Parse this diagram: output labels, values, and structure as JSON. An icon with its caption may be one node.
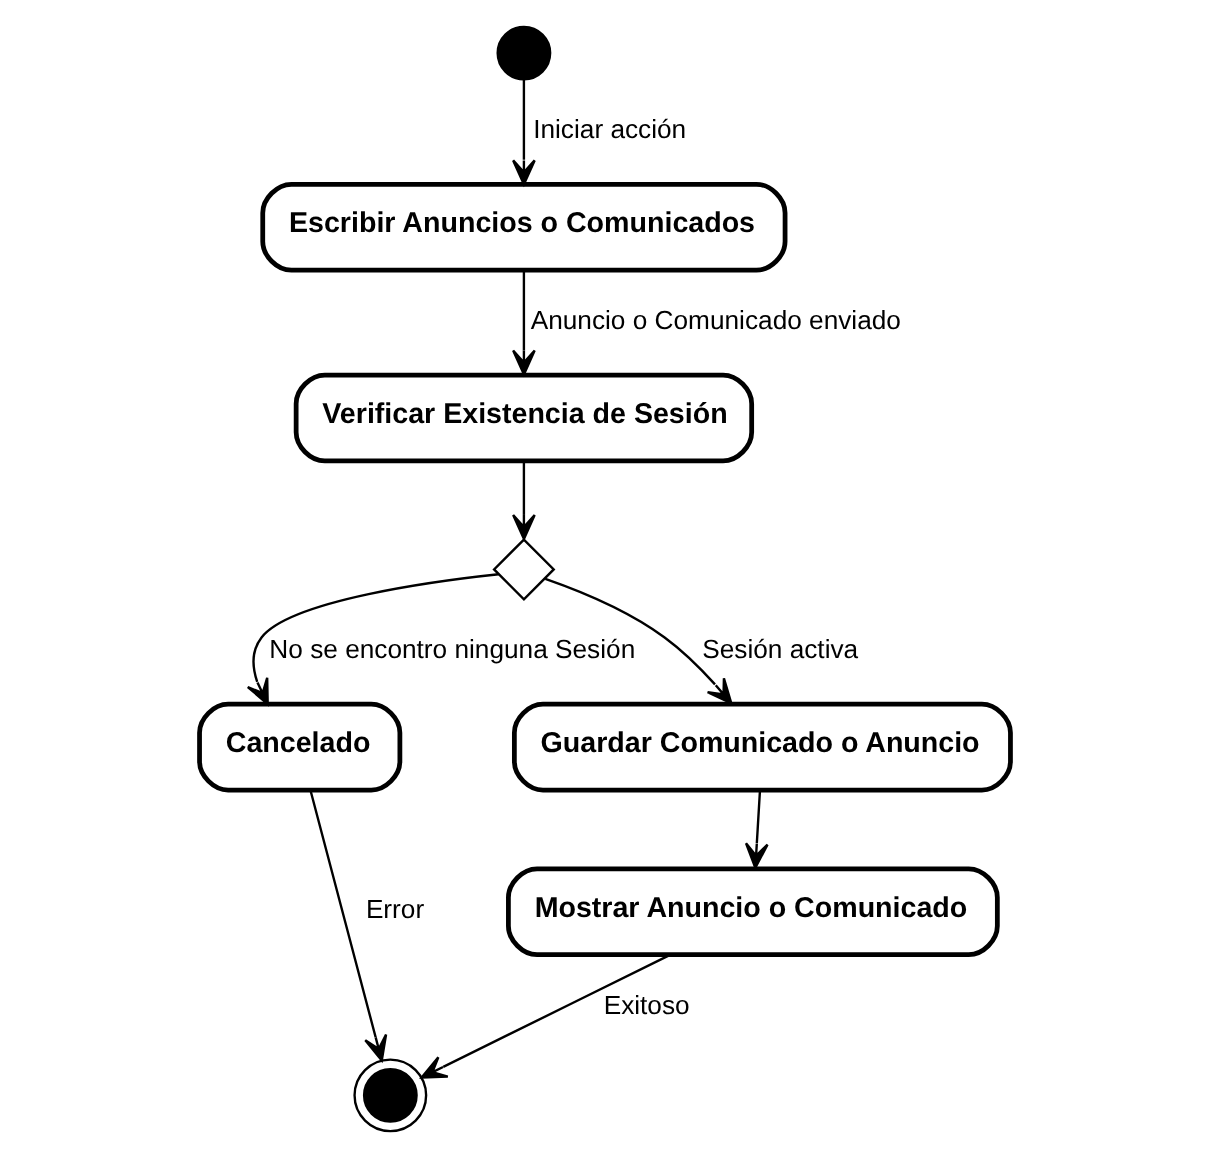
{
  "diagram": {
    "nodes": [
      {
        "text": [],
        "shape": "circle"
      },
      {
        "text": [
          "Escribir Anuncios o Comunicados"
        ]
      },
      {
        "text": [
          "Verificar Existencia de Sesión"
        ]
      },
      {
        "text": [],
        "shape": "diamond"
      },
      {
        "text": [
          "Cancelado"
        ]
      },
      {
        "text": [
          "Guardar Comunicado o Anuncio"
        ]
      },
      {
        "text": [
          "Mostrar Anuncio o Comunicado"
        ]
      },
      {
        "text": [],
        "shape": "circle"
      }
    ],
    "edges": [
      {
        "from": 0,
        "to": 1,
        "arrow": "to",
        "label": "Iniciar acción"
      },
      {
        "from": 1,
        "to": 2,
        "arrow": "to",
        "label": "Anuncio o Comunicado enviado"
      },
      {
        "from": 2,
        "to": 3,
        "arrow": "to"
      },
      {
        "from": 3,
        "to": 4,
        "arrow": "to",
        "label": "No se encontro ninguna Sesión"
      },
      {
        "from": 3,
        "to": 5,
        "arrow": "to",
        "label": "Sesión activa"
      },
      {
        "from": 5,
        "to": 6,
        "arrow": "to"
      },
      {
        "from": 4,
        "to": 7,
        "arrow": "to",
        "label": "Error"
      },
      {
        "from": 6,
        "to": 7,
        "arrow": "to",
        "label": "Exitoso"
      }
    ]
  }
}
